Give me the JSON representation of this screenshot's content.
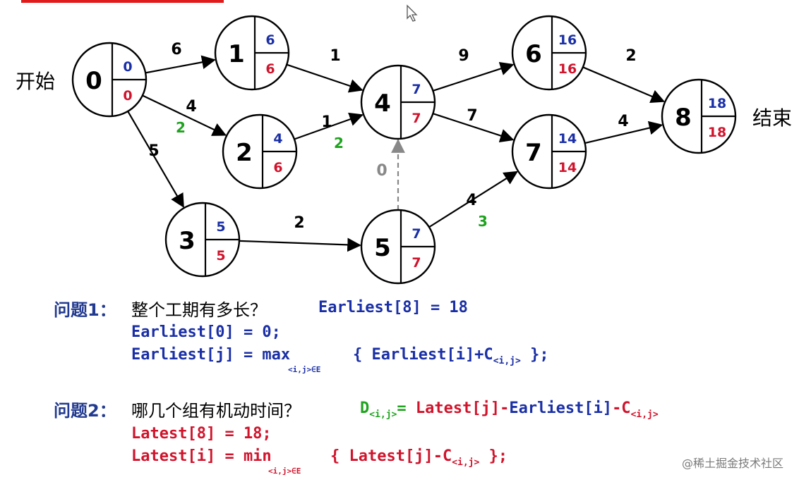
{
  "diagram": {
    "start_label": "开始",
    "end_label": "结束",
    "nodes": [
      {
        "id": "0",
        "earliest": "0",
        "latest": "0"
      },
      {
        "id": "1",
        "earliest": "6",
        "latest": "6"
      },
      {
        "id": "2",
        "earliest": "4",
        "latest": "6"
      },
      {
        "id": "3",
        "earliest": "5",
        "latest": "5"
      },
      {
        "id": "4",
        "earliest": "7",
        "latest": "7"
      },
      {
        "id": "5",
        "earliest": "7",
        "latest": "7"
      },
      {
        "id": "6",
        "earliest": "16",
        "latest": "16"
      },
      {
        "id": "7",
        "earliest": "14",
        "latest": "14"
      },
      {
        "id": "8",
        "earliest": "18",
        "latest": "18"
      }
    ],
    "edges": [
      {
        "from": "0",
        "to": "1",
        "weight": "6",
        "slack": ""
      },
      {
        "from": "0",
        "to": "2",
        "weight": "4",
        "slack": "2"
      },
      {
        "from": "0",
        "to": "3",
        "weight": "5",
        "slack": ""
      },
      {
        "from": "1",
        "to": "4",
        "weight": "1",
        "slack": ""
      },
      {
        "from": "2",
        "to": "4",
        "weight": "1",
        "slack": "2"
      },
      {
        "from": "3",
        "to": "5",
        "weight": "2",
        "slack": ""
      },
      {
        "from": "5",
        "to": "4",
        "weight": "0",
        "slack": "",
        "dashed": true
      },
      {
        "from": "4",
        "to": "6",
        "weight": "9",
        "slack": ""
      },
      {
        "from": "4",
        "to": "7",
        "weight": "7",
        "slack": ""
      },
      {
        "from": "5",
        "to": "7",
        "weight": "4",
        "slack": "3"
      },
      {
        "from": "6",
        "to": "8",
        "weight": "2",
        "slack": ""
      },
      {
        "from": "7",
        "to": "8",
        "weight": "4",
        "slack": ""
      }
    ]
  },
  "q1": {
    "label": "问题1：",
    "question": "整个工期有多长？",
    "answer": "Earliest[8] = 18",
    "line1": "Earliest[0] = 0;",
    "line2_a": "Earliest[j] = max",
    "line2_under": "<i,j>∈E",
    "line2_b": "{ Earliest[i]+C",
    "line2_sub": "<i,j>",
    "line2_c": " };"
  },
  "q2": {
    "label": "问题2：",
    "question": "哪几个组有机动时间？",
    "d_symbol": "D",
    "d_sub": "<i,j>",
    "formula_eq": "= ",
    "formula_latest": "Latest[j]",
    "formula_minus1": "-",
    "formula_earliest": "Earliest[i]",
    "formula_minus2": "-C",
    "formula_sub": "<i,j>",
    "line1": "Latest[8] = 18;",
    "line2_a": "Latest[i] = min",
    "line2_under": "<i,j>∈E",
    "line2_b": "{ Latest[j]-C",
    "line2_sub": "<i,j>",
    "line2_c": " };"
  },
  "watermark": "@稀土掘金技术社区"
}
